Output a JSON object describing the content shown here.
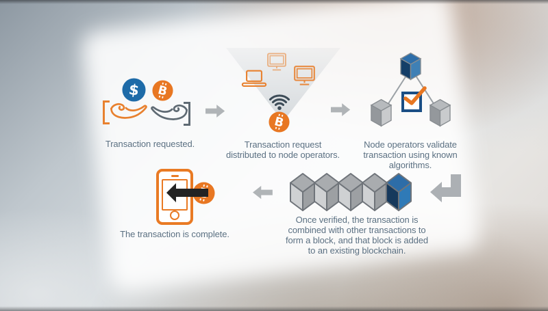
{
  "title_hidden": "",
  "palette": {
    "orange": "#E87722",
    "coin_blue": "#1E6BA8",
    "navy": "#1A4E85",
    "wifi_slate": "#3D4C58",
    "hand_gray": "#5F6A73",
    "arrow_gray": "#AFB3B7",
    "cube_outline": "#6F747A",
    "cube_blue_top": "#2D6DA8",
    "cube_blue_dark": "#16395C",
    "cube_blue_light": "#3F80B5",
    "caption_text": "#5B7082"
  },
  "coins": {
    "dollar_symbol": "$",
    "bitcoin_symbol": "B"
  },
  "icons": [
    "bracket-left-icon",
    "giving-hand-icon",
    "dollar-coin-icon",
    "bitcoin-coin-icon",
    "receiving-hand-icon",
    "bracket-right-icon",
    "arrow-right-icon",
    "laptop-icon",
    "monitor-icon",
    "wifi-icon",
    "broadcast-cone",
    "cube-icon",
    "checkbox",
    "checkmark-icon",
    "return-arrow-icon",
    "blockchain-cubes",
    "arrow-left-icon",
    "smartphone-icon",
    "transfer-arrow-icon"
  ],
  "steps": [
    {
      "name": "transaction-requested",
      "lines": [
        "Transaction requested."
      ]
    },
    {
      "name": "request-distributed",
      "lines": [
        "Transaction request",
        "distributed to node operators."
      ]
    },
    {
      "name": "nodes-validate",
      "lines": [
        "Node operators validate",
        "transaction using known",
        "algorithms."
      ]
    },
    {
      "name": "block-added",
      "lines": [
        "Once verified, the transaction is",
        "combined with other transactions to",
        "form a block, and that block is added",
        "to an existing blockchain."
      ]
    },
    {
      "name": "transaction-complete",
      "lines": [
        "The transaction is complete."
      ]
    }
  ]
}
